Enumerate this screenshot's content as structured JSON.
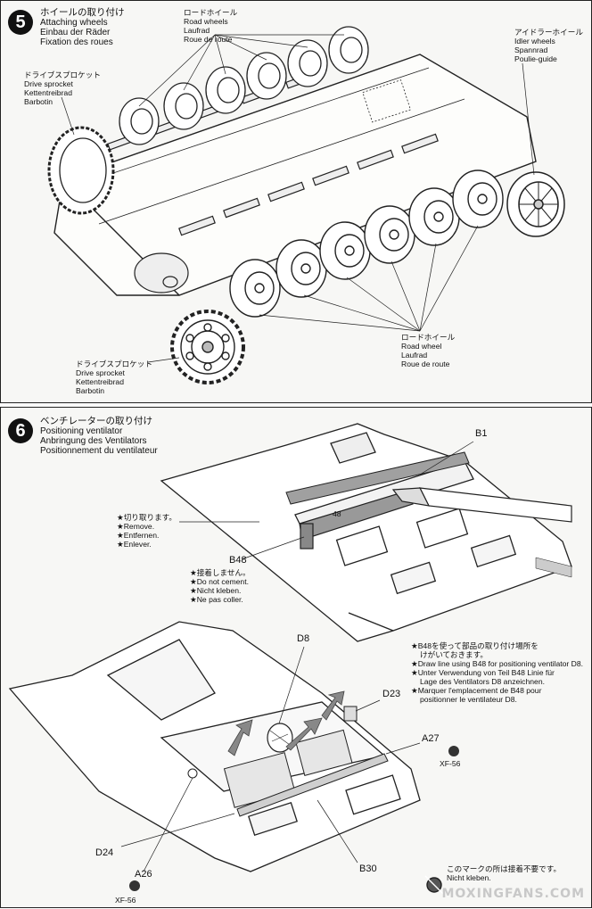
{
  "step5": {
    "number": "5",
    "title_jp": "ホイールの取り付け",
    "title_en": "Attaching wheels",
    "title_de": "Einbau der Räder",
    "title_fr": "Fixation des roues",
    "road_top": {
      "jp": "ロードホイール",
      "en": "Road wheels",
      "de": "Laufrad",
      "fr": "Roue de route"
    },
    "idler": {
      "jp": "アイドラーホイール",
      "en": "Idler wheels",
      "de": "Spannrad",
      "fr": "Poulie-guide"
    },
    "sprocket_top": {
      "jp": "ドライブスプロケット",
      "en": "Drive sprocket",
      "de": "Kettentreibrad",
      "fr": "Barbotin"
    },
    "sprocket_bottom": {
      "jp": "ドライブスプロケット",
      "en": "Drive sprocket",
      "de": "Kettentreibrad",
      "fr": "Barbotin"
    },
    "road_bottom": {
      "jp": "ロードホイール",
      "en": "Road wheel",
      "de": "Laufrad",
      "fr": "Roue de route"
    }
  },
  "step6": {
    "number": "6",
    "title_jp": "ベンチレーターの取り付け",
    "title_en": "Positioning ventilator",
    "title_de": "Anbringung des Ventilators",
    "title_fr": "Positionnement du ventilateur",
    "part_b1": "B1",
    "part_b48": "B48",
    "part_d8": "D8",
    "part_d23": "D23",
    "part_a27": "A27",
    "paint_a27": "XF-56",
    "part_d24": "D24",
    "part_a26": "A26",
    "paint_a26": "XF-56",
    "part_b30": "B30",
    "stamp_48": "48",
    "remove": {
      "jp": "★切り取ります。",
      "en": "★Remove.",
      "de": "★Entfernen.",
      "fr": "★Enlever."
    },
    "nocement": {
      "jp": "★接着しません。",
      "en": "★Do not cement.",
      "de": "★Nicht kleben.",
      "fr": "★Ne pas coller."
    },
    "drawline": {
      "jp1": "★B48を使って部品の取り付け場所を",
      "jp2": "けがいておきます。",
      "en": "★Draw line using B48 for positioning ventilator D8.",
      "de1": "★Unter Verwendung von Teil B48 Linie für",
      "de2": "Lage des Ventilators D8 anzeichnen.",
      "fr1": "★Marquer l'emplacement de B48 pour",
      "fr2": "positionner le ventilateur D8."
    },
    "notice": {
      "jp": "このマークの所は接着不要です。",
      "de": "Nicht kleben."
    }
  },
  "watermark": "MOXINGFANS.COM"
}
